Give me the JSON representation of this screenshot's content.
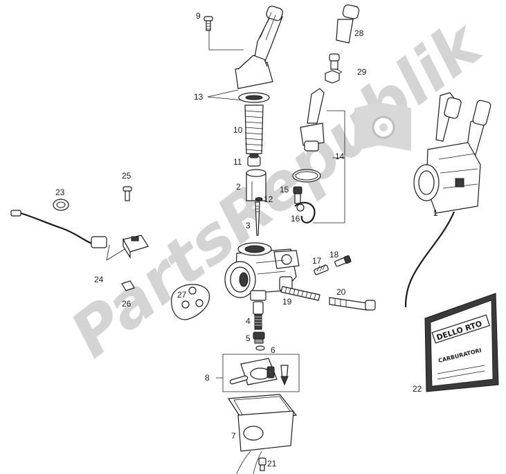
{
  "watermark": {
    "text": "PartsRepublik"
  },
  "callouts": {
    "n1": "1",
    "n2": "2",
    "n3": "3",
    "n4": "4",
    "n5": "5",
    "n6": "6",
    "n7": "7",
    "n8": "8",
    "n9": "9",
    "n10": "10",
    "n11": "11",
    "n12": "12",
    "n13": "13",
    "n14": "14",
    "n15": "15",
    "n16": "16",
    "n17": "17",
    "n18": "18",
    "n19": "19",
    "n20": "20",
    "n21": "21",
    "n22": "22",
    "n23": "23",
    "n24": "24",
    "n25": "25",
    "n26": "26",
    "n27": "27",
    "n28": "28",
    "n29": "29"
  },
  "kit_bag": {
    "brand": "DELLO RTO",
    "product": "CARBURATORI"
  },
  "icons": {
    "watermark_logo": "gear-flag-icon"
  },
  "colors": {
    "ink": "#1a1a1a",
    "watermark": "#d4d4d4",
    "background": "#ffffff"
  }
}
